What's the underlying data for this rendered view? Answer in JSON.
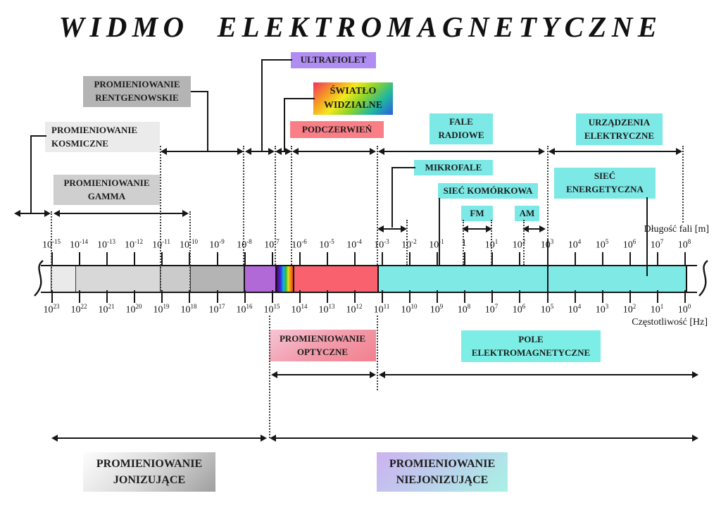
{
  "title": "WIDMO ELEKTROMAGNETYCZNE",
  "axis": {
    "wavelength_label": "Długość fali [m]",
    "frequency_label": "Częstotliwość [Hz]",
    "wavelength_ticks": [
      "10^-15",
      "10^-14",
      "10^-13",
      "10^-12",
      "10^-11",
      "10^-10",
      "10^-9",
      "10^-8",
      "10^-7",
      "10^-6",
      "10^-5",
      "10^-4",
      "10^-3",
      "10^-2",
      "10^-1",
      "1",
      "10^1",
      "10^2",
      "10^3",
      "10^4",
      "10^5",
      "10^6",
      "10^7",
      "10^8"
    ],
    "frequency_ticks": [
      "10^23",
      "10^22",
      "10^21",
      "10^20",
      "10^19",
      "10^18",
      "10^17",
      "10^16",
      "10^15",
      "10^14",
      "10^13",
      "10^12",
      "10^11",
      "10^10",
      "10^9",
      "10^8",
      "10^7",
      "10^6",
      "10^5",
      "10^4",
      "10^3",
      "10^2",
      "10^1",
      "10^0"
    ]
  },
  "bands": {
    "kosmiczne": "PROMIENIOWANIE\nKOSMICZNE",
    "rentgen": "PROMIENIOWANIE\nRENTGENOWSKIE",
    "gamma": "PROMIENIOWANIE\nGAMMA",
    "ultrafiolet": "ULTRAFIOLET",
    "swiatlo": "ŚWIATŁO\nWIDZIALNE",
    "podczerwien": "PODCZERWIEŃ",
    "fale_radiowe": "FALE\nRADIOWE",
    "urzadzenia": "URZĄDZENIA\nELEKTRYCZNE",
    "mikrofale": "MIKROFALE",
    "siec_komorkowa": "SIEĆ KOMÓRKOWA",
    "siec_energetyczna": "SIEĆ\nENERGETYCZNA",
    "fm": "FM",
    "am": "AM",
    "optyczne": "PROMIENIOWANIE\nOPTYCZNE",
    "pole_em": "POLE\nELEKTROMAGNETYCZNE",
    "jonizujace": "PROMIENIOWANIE\nJONIZUJĄCE",
    "niejonizujace": "PROMIENIOWANIE\nNIEJONIZUJĄCE"
  },
  "colors": {
    "cyan_box": "#7ce9e6",
    "uv_box": "#b08df1",
    "ir_box": "#f97e86",
    "rentgen_box": "#b4b4b4",
    "kosmiczne_box": "#ebebeb",
    "gamma_box": "#cfcfcf",
    "swiatlo_box_gradient": "linear-gradient(135deg,#f2315f 0%,#f59a25 22%,#f2e81f 40%,#8ed32a 58%,#1fb7a0 78%,#2a5de0 100%)",
    "optyczne_box_gradient": "linear-gradient(150deg,#f6c6d6 0%,#f2a0b0 45%,#f27f8c 100%)",
    "pole_em_box": "#7deee6",
    "jonizujace_gradient": "linear-gradient(135deg,#fdfdfd 0%,#d9d9d9 50%,#9f9f9f 100%)",
    "niejonizujace_gradient": "linear-gradient(135deg,#cdb2f0 0%,#b9d4ec 55%,#a8f2e4 100%)",
    "bar": {
      "gray1": "#eaeaea",
      "gray2": "#d8d8d8",
      "gray3": "#cbcbcb",
      "gray4": "#b4b4b4",
      "uv": "#b269d8",
      "visible": "linear-gradient(90deg,#3a0a6a 0%,#5a14a8 12%,#2040e0 24%,#18b0f0 38%,#28b838 52%,#e8e020 66%,#f08018 80%,#e03010 100%)",
      "ir": "#f9616e",
      "radio": "#7fe9e5"
    }
  }
}
